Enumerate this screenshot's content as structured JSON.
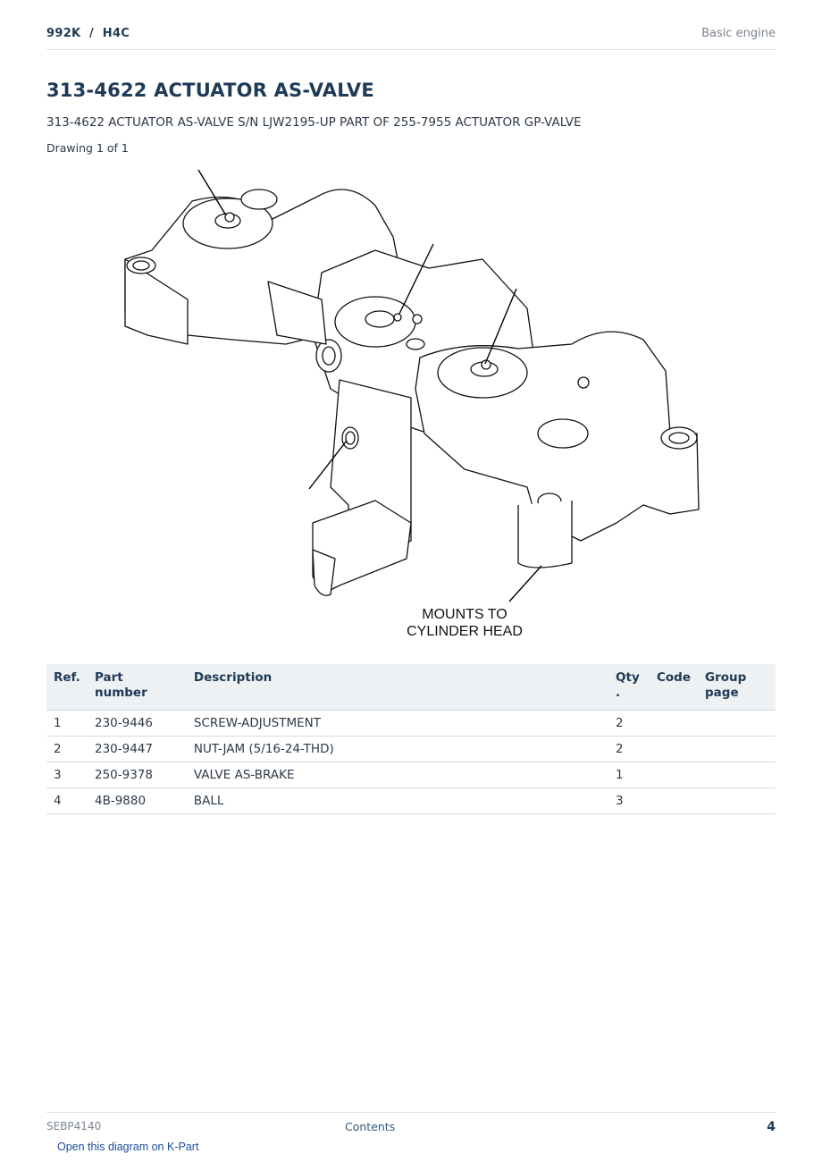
{
  "header": {
    "breadcrumb": "992K  /  H4C",
    "section": "Basic engine"
  },
  "title": "313-4622 ACTUATOR AS-VALVE",
  "subtitle": "313-4622 ACTUATOR AS-VALVE S/N LJW2195-UP PART OF 255-7955 ACTUATOR GP-VALVE",
  "drawing_label": "Drawing 1 of 1",
  "diagram": {
    "note_line1": "MOUNTS TO",
    "note_line2": "CYLINDER HEAD"
  },
  "table": {
    "headers": {
      "ref": "Ref.",
      "part_number": "Part number",
      "description": "Description",
      "qty": "Qty .",
      "code": "Code",
      "group_page": "Group page"
    },
    "rows": [
      {
        "ref": "1",
        "part_number": "230-9446",
        "description": "SCREW-ADJUSTMENT",
        "qty": "2",
        "code": "",
        "group_page": ""
      },
      {
        "ref": "2",
        "part_number": "230-9447",
        "description": "NUT-JAM (5/16-24-THD)",
        "qty": "2",
        "code": "",
        "group_page": ""
      },
      {
        "ref": "3",
        "part_number": "250-9378",
        "description": "VALVE AS-BRAKE",
        "qty": "1",
        "code": "",
        "group_page": ""
      },
      {
        "ref": "4",
        "part_number": "4B-9880",
        "description": "BALL",
        "qty": "3",
        "code": "",
        "group_page": ""
      }
    ]
  },
  "footer": {
    "doc_id": "SEBP4140",
    "contents_link": "Contents",
    "page_number": "4",
    "kpart_link": "Open this diagram on K-Part"
  }
}
